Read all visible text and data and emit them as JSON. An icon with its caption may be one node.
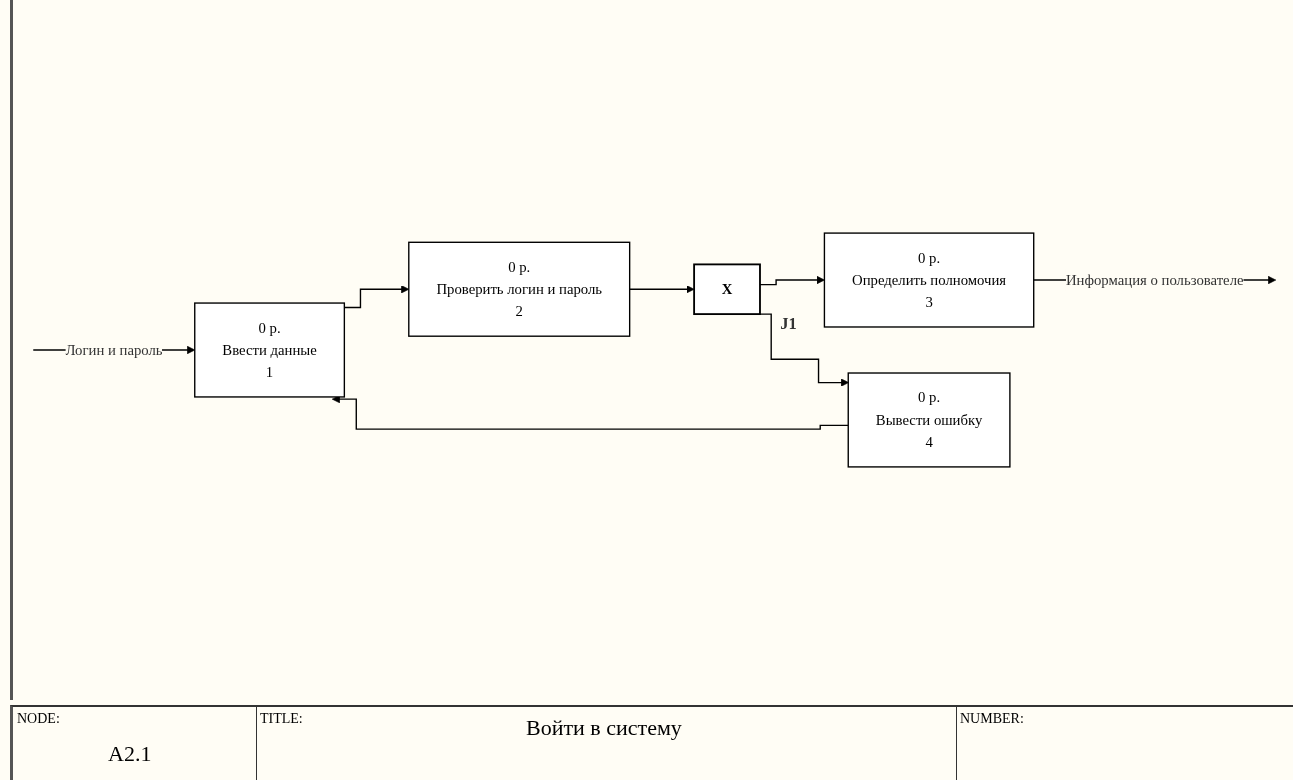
{
  "diagram": {
    "nodes": [
      {
        "text": [
          "0 р.",
          "Ввести данные",
          "1"
        ]
      },
      {
        "text": [
          "0 р.",
          "Проверить логин и пароль",
          "2"
        ]
      },
      {
        "text": [
          "X"
        ],
        "beside": [
          "J1"
        ]
      },
      {
        "text": [
          "0 р.",
          "Определить полномочия",
          "3"
        ]
      },
      {
        "text": [
          "0 р.",
          "Вывести ошибку",
          "4"
        ]
      }
    ],
    "edges": [
      {
        "from": null,
        "to": 0,
        "arrow": "to",
        "label": "Логин и пароль"
      },
      {
        "from": 0,
        "to": 1,
        "arrow": "to"
      },
      {
        "from": 1,
        "to": 2,
        "arrow": "to"
      },
      {
        "from": 2,
        "to": 3,
        "arrow": "to"
      },
      {
        "from": 2,
        "to": 4,
        "arrow": "to"
      },
      {
        "from": 3,
        "to": null,
        "arrow": "to",
        "label": "Информация о пользователе"
      },
      {
        "from": 4,
        "to": 0,
        "arrow": "to"
      }
    ],
    "labels": [
      "NODE:",
      "TITLE:",
      "Войти в систему",
      "NUMBER:",
      "A2.1"
    ]
  }
}
